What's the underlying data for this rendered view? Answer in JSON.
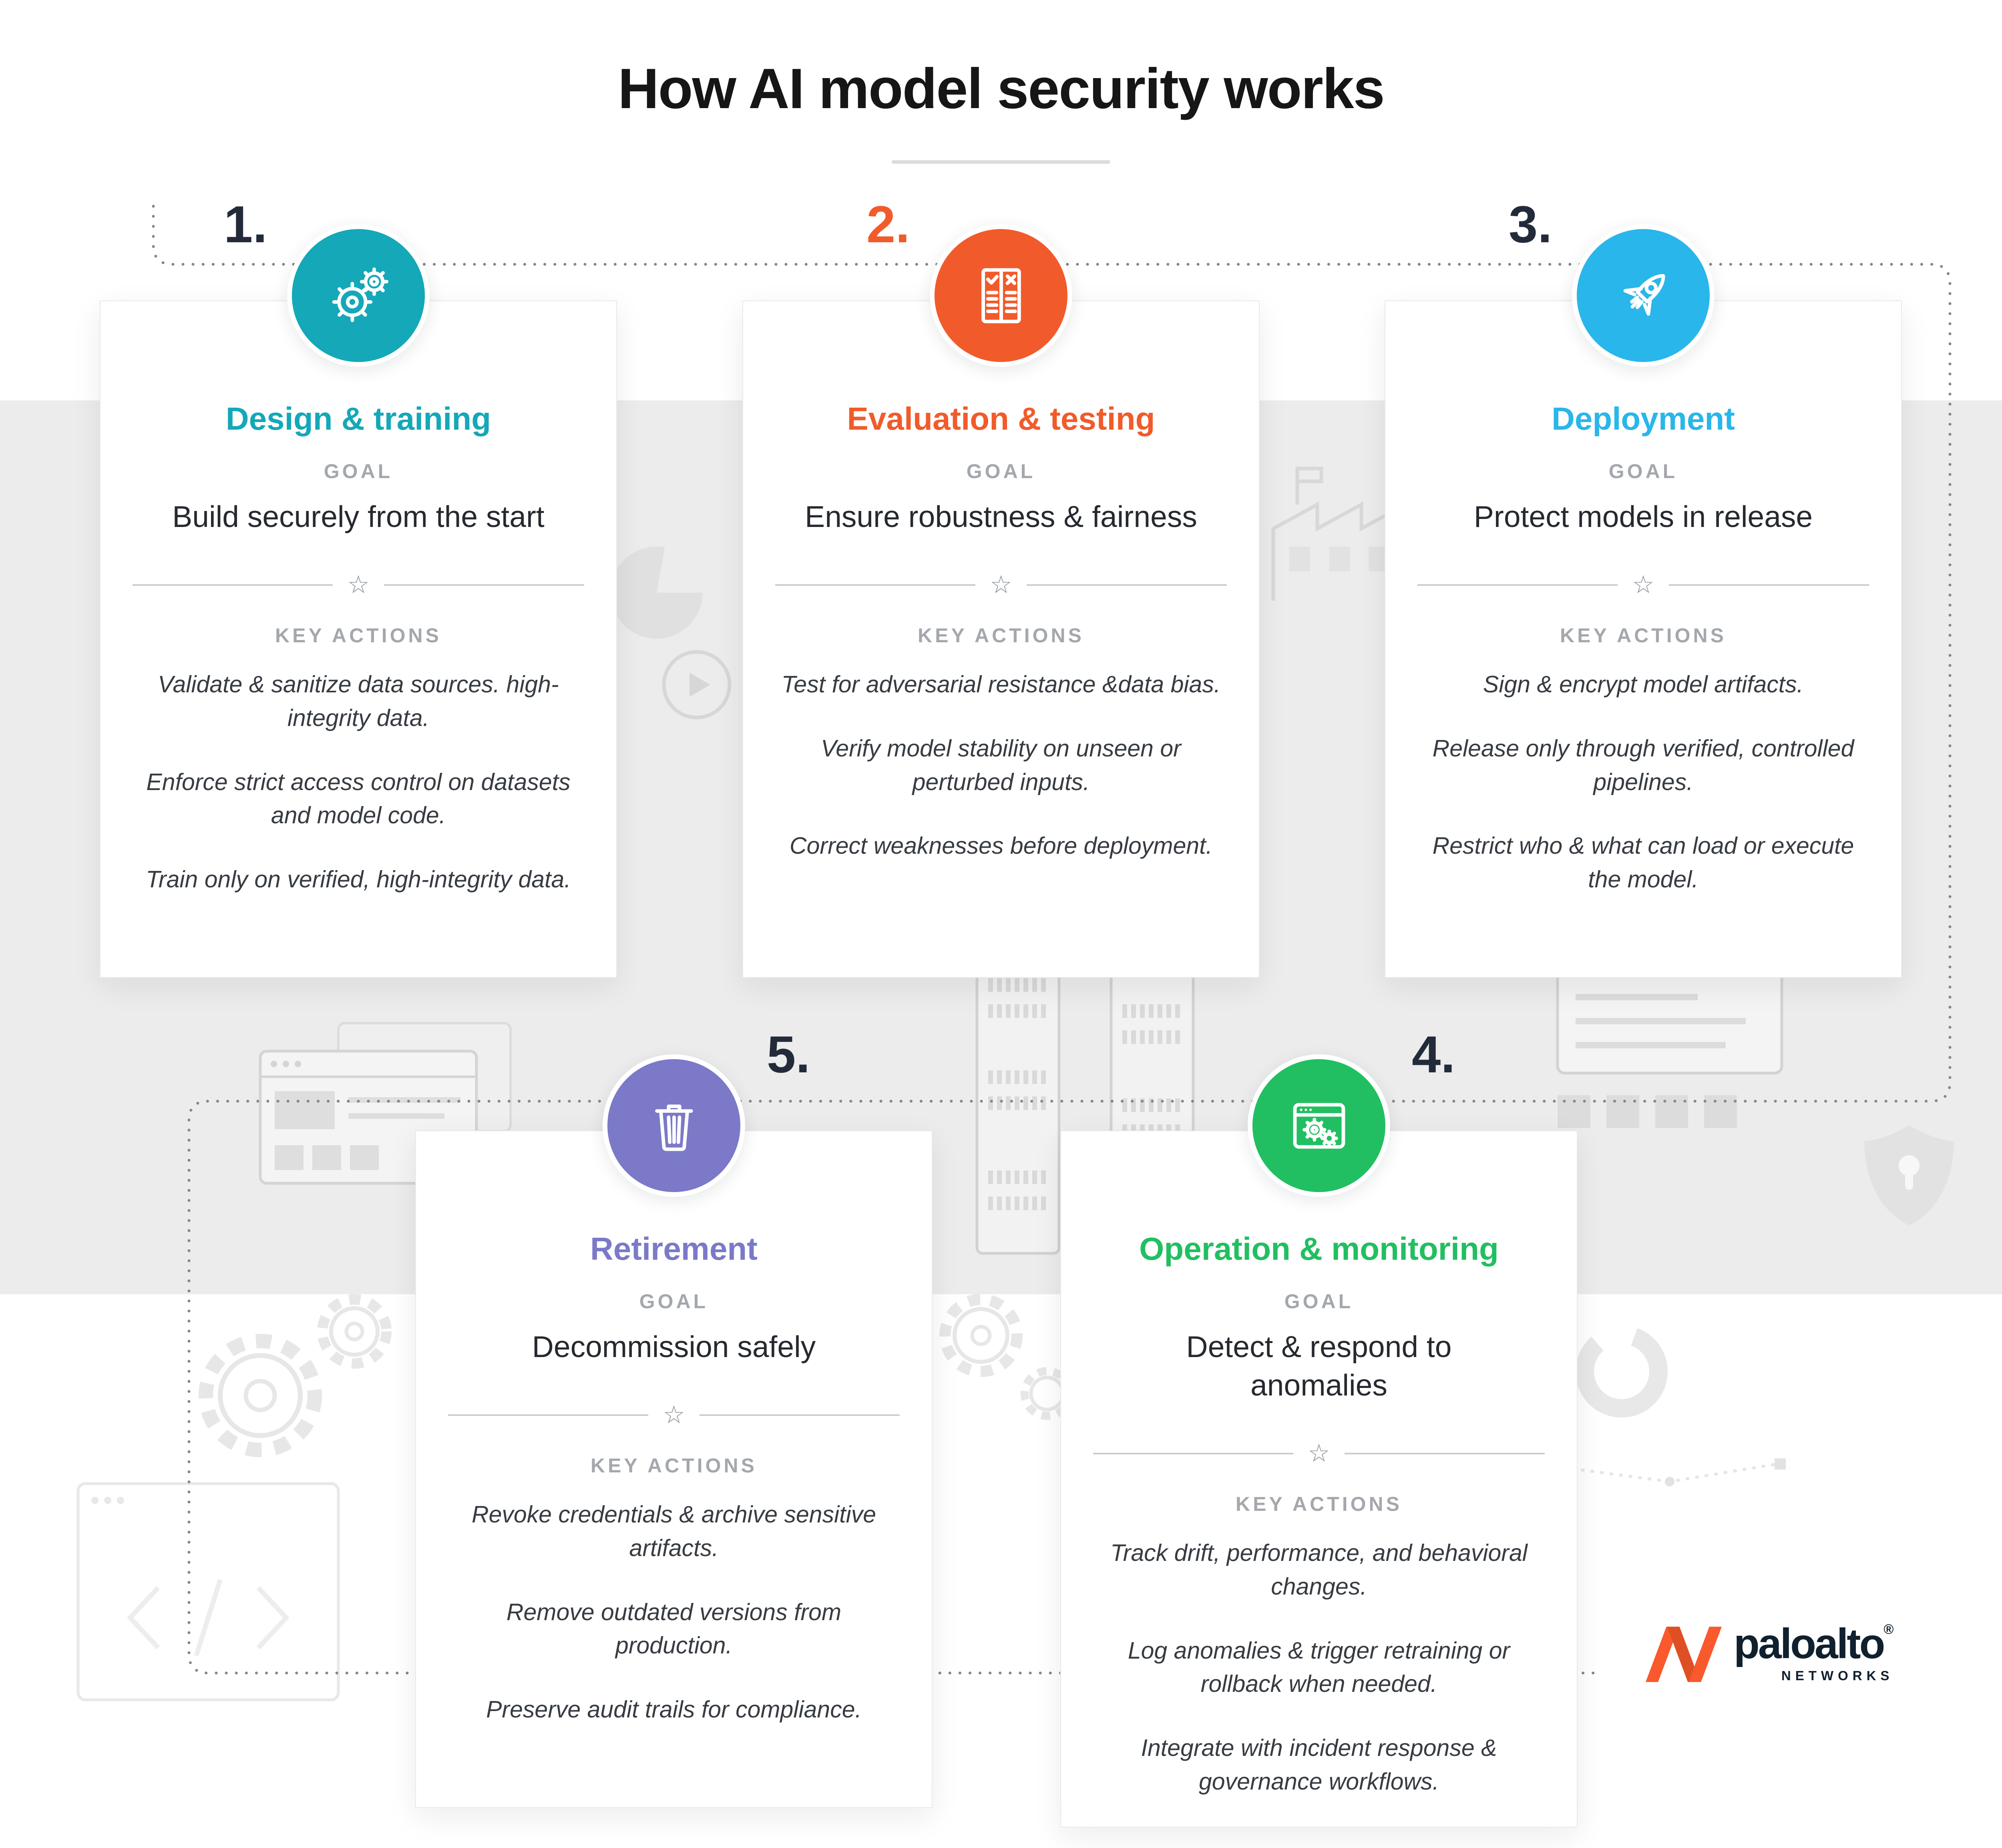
{
  "title": "How AI model security works",
  "labels": {
    "goal": "GOAL",
    "key_actions": "KEY ACTIONS",
    "star": "☆"
  },
  "steps": [
    {
      "number": "1.",
      "name": "Design & training",
      "goal": "Build securely from the start",
      "color": "#14a8b8",
      "icon": "gears-wrench-icon",
      "actions": [
        "Validate & sanitize data sources. high-integrity data.",
        "Enforce strict access control on datasets and model code.",
        "Train only on verified, high-integrity data."
      ]
    },
    {
      "number": "2.",
      "name": "Evaluation & testing",
      "goal": "Ensure robustness & fairness",
      "color": "#f15b2b",
      "icon": "checklist-icon",
      "actions": [
        "Test for adversarial resistance &data bias.",
        "Verify model stability on unseen or perturbed inputs.",
        "Correct weaknesses before deployment."
      ]
    },
    {
      "number": "3.",
      "name": "Deployment",
      "goal": "Protect models in release",
      "color": "#29b6ea",
      "icon": "rocket-icon",
      "actions": [
        "Sign & encrypt model artifacts.",
        "Release only through verified, controlled pipelines.",
        "Restrict who & what can load or execute the model."
      ]
    },
    {
      "number": "4.",
      "name": "Operation & monitoring",
      "goal": "Detect & respond to anomalies",
      "color": "#21bf61",
      "icon": "browser-gears-icon",
      "actions": [
        "Track drift, performance, and behavioral changes.",
        "Log anomalies & trigger retraining or rollback when needed.",
        "Integrate with incident response & governance workflows."
      ]
    },
    {
      "number": "5.",
      "name": "Retirement",
      "goal": "Decommission safely",
      "color": "#7b79c8",
      "icon": "trash-icon",
      "actions": [
        "Revoke credentials & archive sensitive artifacts.",
        "Remove outdated versions from production.",
        "Preserve audit trails for compliance."
      ]
    }
  ],
  "logo": {
    "brand": "paloalto",
    "registered": "®",
    "sub": "NETWORKS",
    "color": "#fa582d"
  },
  "colors": {
    "band_gray": "#ececec",
    "dotted_path": "#82868d",
    "title_text": "#161616",
    "muted_label": "#a4a8ad"
  },
  "decorations": [
    "gear",
    "play-button",
    "pie-chart",
    "factory",
    "server-rack",
    "browser-window",
    "bar-chart-window",
    "shield-lock",
    "code-window",
    "donut-chart",
    "dotted-line-chart"
  ]
}
